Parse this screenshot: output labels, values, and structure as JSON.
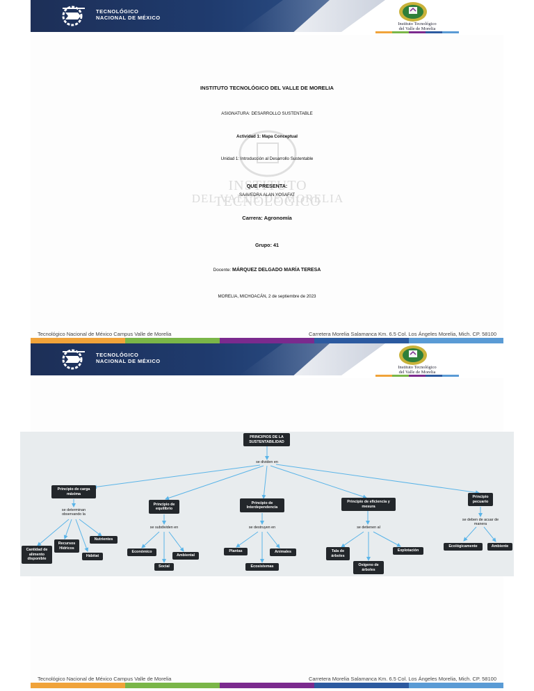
{
  "colors": {
    "header_navy": "#1d2f57",
    "stripe_orange": "#f0a33a",
    "stripe_green": "#7ab648",
    "stripe_purple": "#7b2a8e",
    "stripe_blue": "#2c5aa0",
    "stripe_lightblue": "#5a9bd5",
    "map_background": "#e8ecee",
    "node_fill": "#23272b",
    "connector": "#5ab4e8"
  },
  "header": {
    "tnm_name_line1": "TECNOLÓGICO",
    "tnm_name_line2": "NACIONAL DE MÉXICO",
    "itvm_line1": "Instituto Tecnológico",
    "itvm_line2": "del Valle de Morelia",
    "icons": [
      "tnm-gear-emblem-icon",
      "itvm-shield-icon"
    ]
  },
  "footer": {
    "left": "Tecnológico Nacional de México Campus Valle de Morelia",
    "right": "Carretera Morelia Salamanca Km. 6.5 Col. Los Ángeles Morelia, Mich. CP. 58100"
  },
  "watermark": {
    "line1": "INSTITUTO TECNOLÓGICO",
    "line2": "DEL VALLE DE MORELIA"
  },
  "cover": {
    "institution": "INSTITUTO TECNOLÓGICO DEL VALLE DE MORELIA",
    "subject": "ASIGNATURA: DESARROLLO SUSTENTABLE",
    "activity": "Actividad 1: Mapa Conceptual",
    "unit": "Unidad 1: Introducción al Desarrollo Sustentable",
    "presented_by_label": "QUE PRESENTA:",
    "student": "SAAVEDRA ALAN YOSAFAT",
    "career": "Carrera: Agronomía",
    "group": "Grupo: 41",
    "teacher_label": "Docente:",
    "teacher": "MÁRQUEZ DELGADO MARÍA TERESA",
    "place_date": "MORELIA, MICHOACÁN, 2 de septiembre de 2023"
  },
  "concept_map": {
    "root": "PRINCIPIOS DE LA SUSTENTABILIDAD",
    "root_link": "se dividen en",
    "branches": [
      {
        "title": "Principio de carga máxima",
        "link": "se determinan observando la",
        "children": [
          "Cantidad de alimento disponible",
          "Recursos Hídricos",
          "Hábitat",
          "Nutrientes"
        ]
      },
      {
        "title": "Principio de equilibrio",
        "link": "se subdividen en",
        "children": [
          "Económico",
          "Social",
          "Ambiental"
        ]
      },
      {
        "title": "Principio de Interdependencia",
        "link": "se destruyen en",
        "children": [
          "Plantas",
          "Ecosistemas",
          "Animales"
        ]
      },
      {
        "title": "Principio de eficiencia y mesura",
        "link": "se detienen al",
        "children": [
          "Tala de árboles",
          "Oxígeno de árboles",
          "Explotación"
        ]
      },
      {
        "title": "Principio pecuario",
        "link": "se deben de acuar de manera",
        "children": [
          "Ecológicamente",
          "Ambiente"
        ]
      }
    ]
  }
}
